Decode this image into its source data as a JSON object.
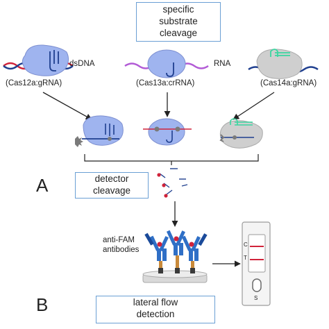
{
  "boxes": {
    "substrate_line1": "specific",
    "substrate_line2": "substrate",
    "substrate_line3": "cleavage",
    "detector_line1": "detector",
    "detector_line2": "cleavage",
    "lateral_line1": "lateral flow",
    "lateral_line2": "detection"
  },
  "labels": {
    "dsdna": "dsDNA",
    "rna": "RNA",
    "cas12a": "(Cas12a:gRNA)",
    "cas13a": "(Cas13a:crRNA)",
    "cas14a": "(Cas14a:gRNA)",
    "antifam_line1": "anti-FAM",
    "antifam_line2": "antibodies",
    "panel_a": "A",
    "panel_b": "B",
    "strip_c": "C",
    "strip_t": "T",
    "strip_s": "S"
  },
  "icons": [
    "cas12a-enzyme-icon",
    "cas13a-enzyme-icon",
    "cas14a-enzyme-icon",
    "reporter-molecule-icon",
    "antibody-icon",
    "lateral-flow-strip-icon"
  ],
  "colors": {
    "box_border": "#6a9fd4",
    "enzyme_blue": "#9fb4ef",
    "enzyme_gray": "#cfcfcf",
    "dna_red": "#d0233a",
    "dna_blue": "#1f3f8f",
    "rna_purple": "#b25bd6",
    "green_guide": "#3ad6a0",
    "antibody_blue": "#2f6fc6",
    "strip_line": "#d0233a"
  }
}
